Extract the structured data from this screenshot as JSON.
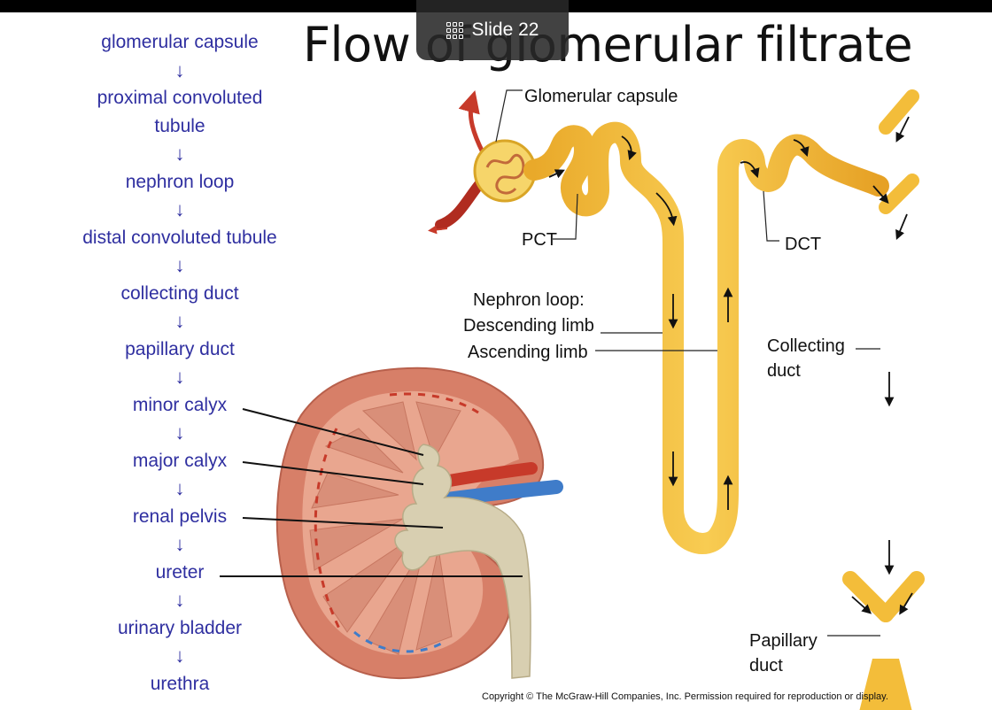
{
  "slide": {
    "title": "Flow of glomerular filtrate",
    "badge_label": "Slide 22",
    "copyright": "Copyright © The McGraw-Hill Companies, Inc.  Permission required for reproduction or display."
  },
  "flow_sequence": {
    "arrow": "↓",
    "steps": [
      [
        "glomerular capsule"
      ],
      [
        "proximal convoluted",
        "tubule"
      ],
      [
        "nephron loop"
      ],
      [
        "distal convoluted tubule"
      ],
      [
        "collecting duct"
      ],
      [
        "papillary  duct"
      ],
      [
        "minor calyx"
      ],
      [
        "major calyx"
      ],
      [
        "renal pelvis"
      ],
      [
        "ureter"
      ],
      [
        "urinary bladder"
      ],
      [
        "urethra"
      ]
    ]
  },
  "nephron_labels": {
    "glomerular_capsule": "Glomerular capsule",
    "pct": "PCT",
    "dct": "DCT",
    "nephron_loop": "Nephron loop:",
    "descending_limb": "Descending limb",
    "ascending_limb": "Ascending limb",
    "collecting_duct_1": "Collecting",
    "collecting_duct_2": "duct",
    "papillary_duct_1": "Papillary",
    "papillary_duct_2": "duct"
  },
  "colors": {
    "flow_text": "#2f2fa0",
    "tubule": "#f3bd3a",
    "kidney_cortex": "#d77f68",
    "pelvis": "#d8cfb1",
    "artery": "#c73a2a",
    "vein": "#3f7cc9"
  }
}
